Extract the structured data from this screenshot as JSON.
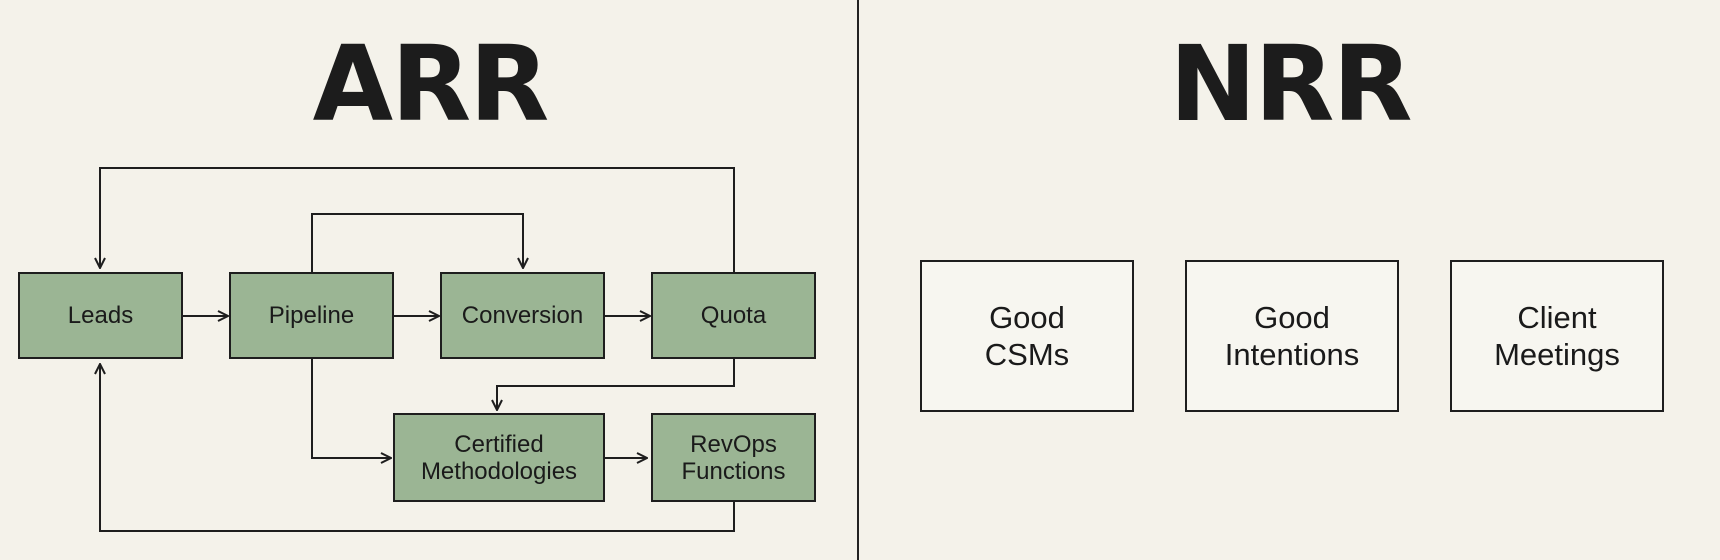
{
  "arr": {
    "title": "ARR",
    "nodes": {
      "leads": "Leads",
      "pipeline": "Pipeline",
      "conversion": "Conversion",
      "quota": "Quota",
      "certified_methodologies": "Certified\nMethodologies",
      "revops_functions": "RevOps\nFunctions"
    }
  },
  "nrr": {
    "title": "NRR",
    "boxes": {
      "good_csms": "Good\nCSMs",
      "good_intentions": "Good\nIntentions",
      "client_meetings": "Client\nMeetings"
    }
  },
  "colors": {
    "background": "#f4f2ea",
    "node_fill": "#9bb594",
    "box_fill": "#f7f6f0",
    "stroke": "#1e1e1e"
  }
}
